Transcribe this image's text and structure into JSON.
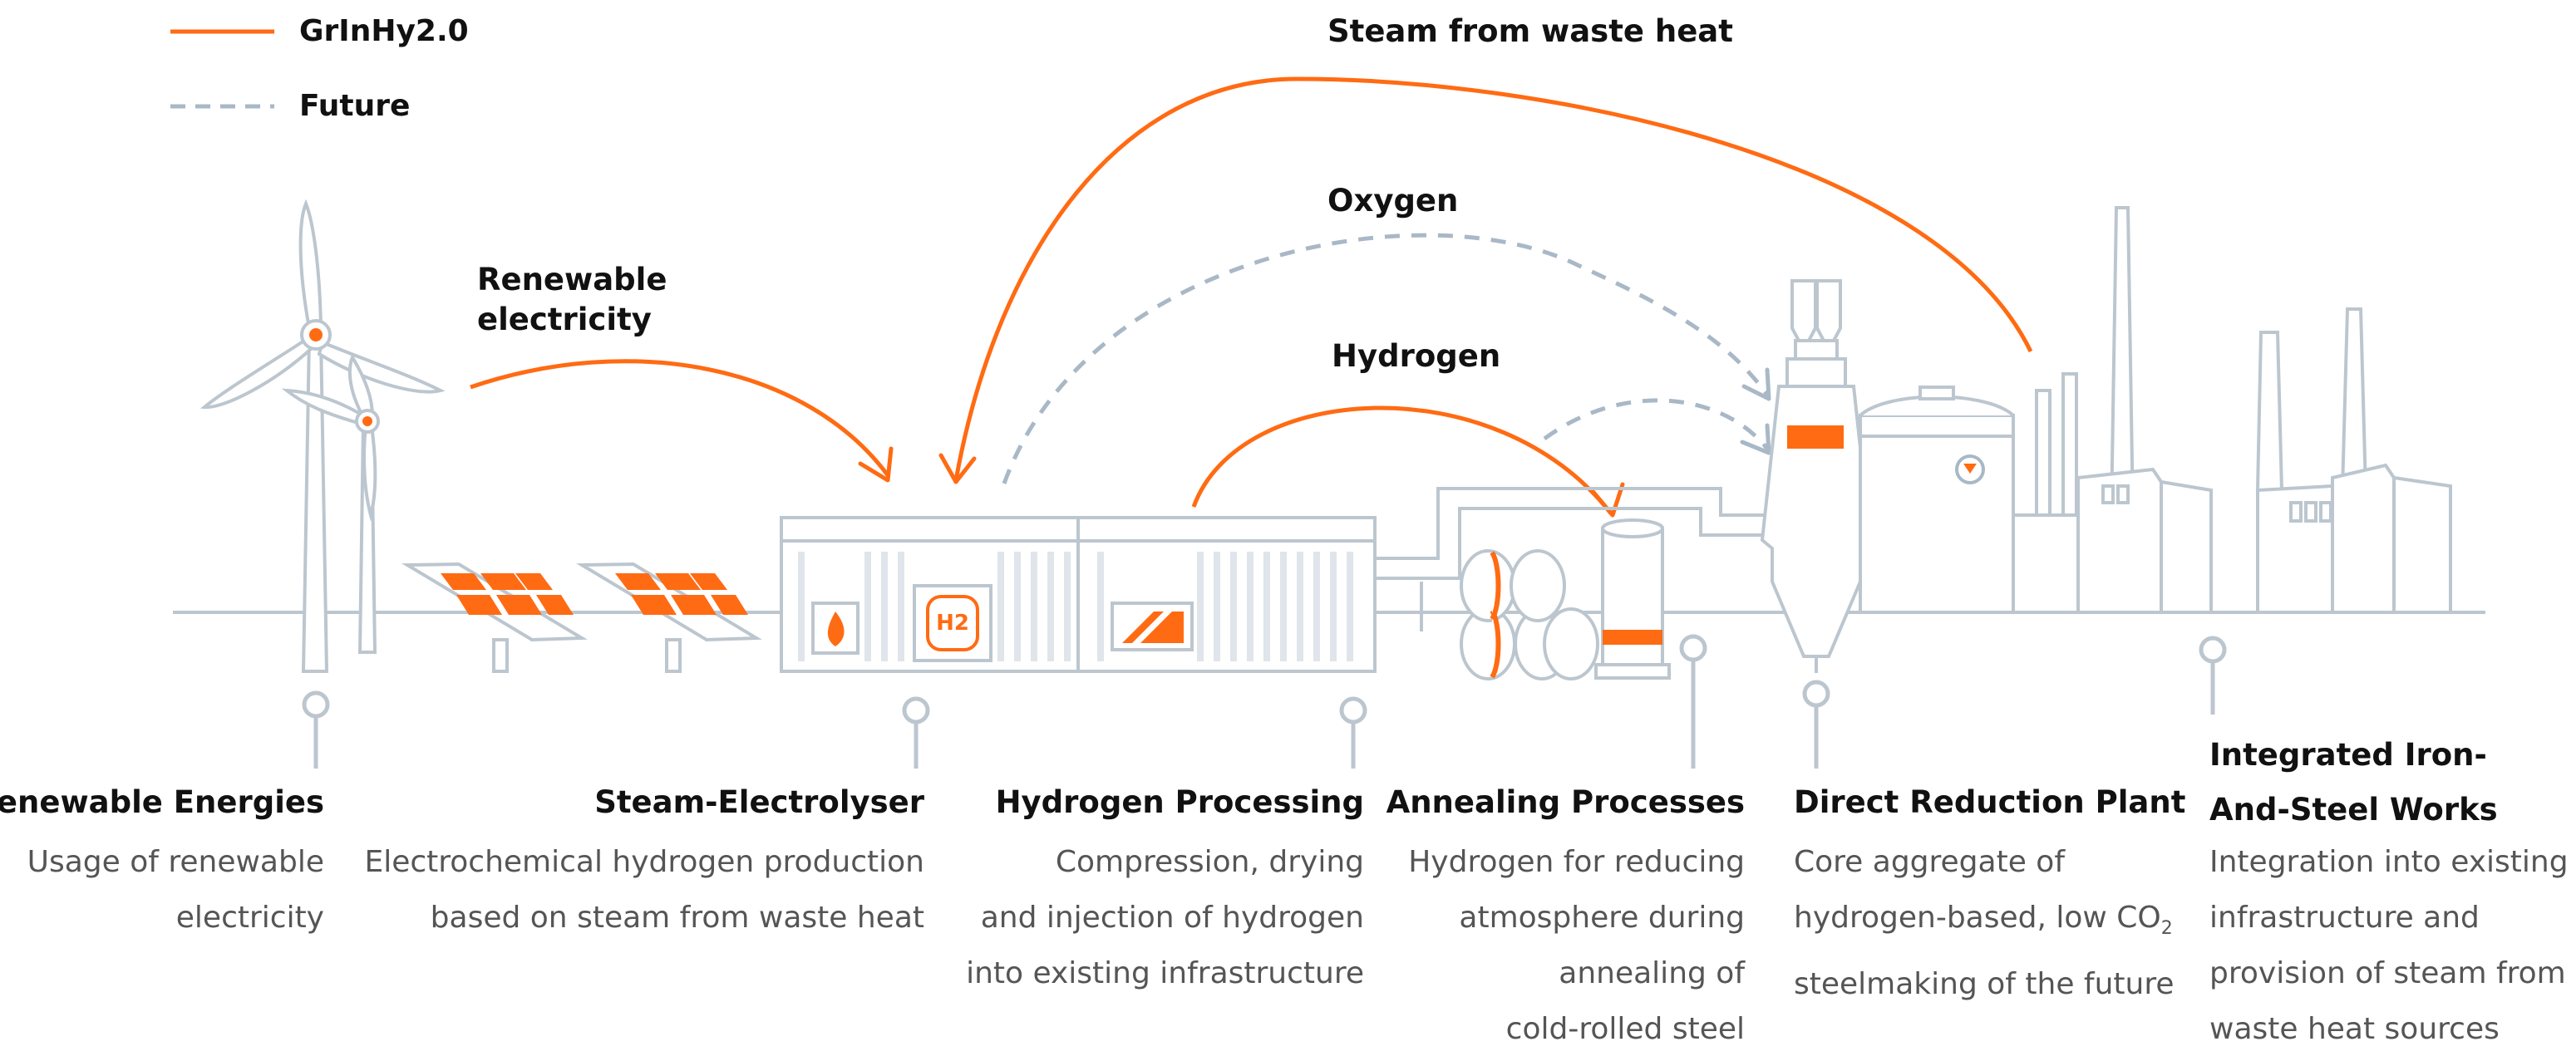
{
  "legend": {
    "current": "GrInHy2.0",
    "future": "Future"
  },
  "flows": {
    "steam": "Steam from waste heat",
    "oxygen": "Oxygen",
    "renewable_l1": "Renewable",
    "renewable_l2": "electricity",
    "hydrogen": "Hydrogen"
  },
  "stations": [
    {
      "title": "Renewable Energies",
      "lines": [
        "Usage of renewable",
        "electricity"
      ]
    },
    {
      "title": "Steam-Electrolyser",
      "lines": [
        "Electrochemical hydrogen production",
        "based on steam from waste heat"
      ]
    },
    {
      "title": "Hydrogen Processing",
      "lines": [
        "Compression, drying",
        "and injection of hydrogen",
        "into existing infrastructure"
      ]
    },
    {
      "title": "Annealing Processes",
      "lines": [
        "Hydrogen for reducing",
        "atmosphere during",
        "annealing of",
        "cold-rolled steel"
      ]
    },
    {
      "title": "Direct Reduction Plant",
      "lines": [
        "Core aggregate of",
        "hydrogen-based, low CO",
        "2",
        "steelmaking of the future"
      ]
    },
    {
      "title_l1": "Integrated Iron-",
      "title_l2": "And-Steel Works",
      "lines": [
        "Integration into existing",
        "infrastructure and",
        "provision of steam from",
        "waste heat sources"
      ]
    }
  ],
  "icons": {
    "electrolyser_symbol": "H2"
  },
  "colors": {
    "accent": "#ff6b13",
    "future": "#a9b8c6",
    "line": "#bcc6cf",
    "text": "#111111",
    "muted": "#555555"
  }
}
